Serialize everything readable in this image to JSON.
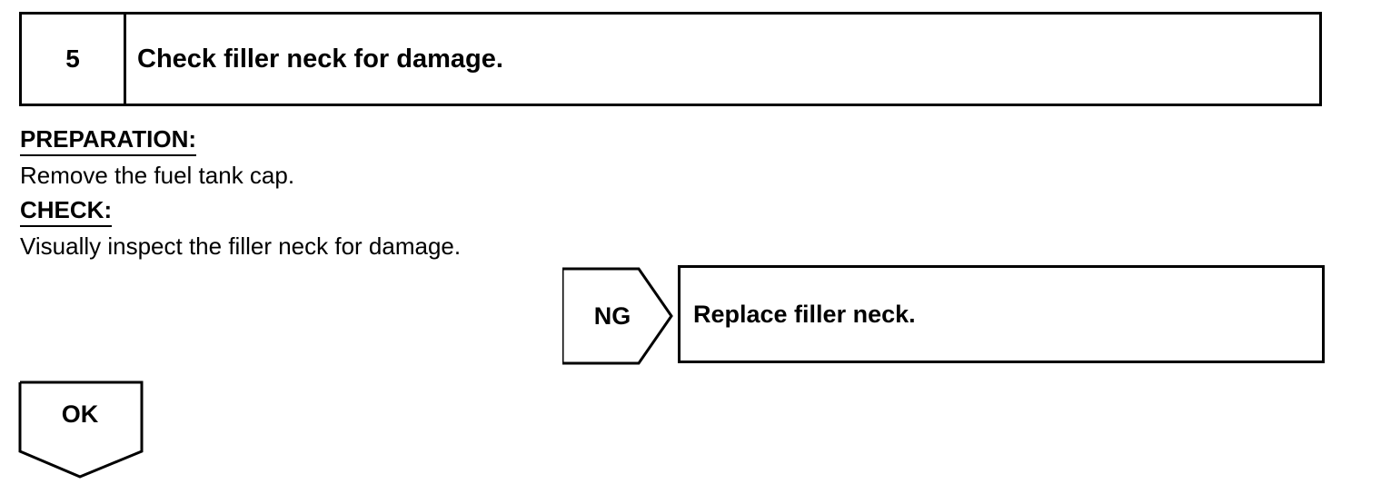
{
  "step": {
    "number": "5",
    "title": "Check filler neck for damage."
  },
  "preparation": {
    "heading": "PREPARATION:",
    "text": "Remove the fuel tank cap."
  },
  "check": {
    "heading": "CHECK:",
    "text": "Visually inspect the filler neck for damage."
  },
  "ng_branch": {
    "label": "NG",
    "action": "Replace filler neck."
  },
  "ok_branch": {
    "label": "OK"
  }
}
